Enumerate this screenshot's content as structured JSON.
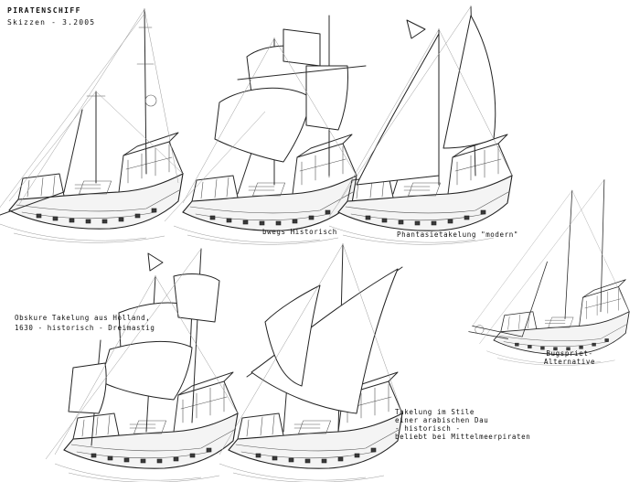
{
  "header": {
    "title": "PIRATENSCHIFF",
    "subtitle": "Skizzen - 3.2005"
  },
  "captions": {
    "sketch2": "bwegs Historisch",
    "sketch3": "Phantasietakelung \"modern\"",
    "sketch4_line1": "Obskure Takelung aus Holland,",
    "sketch4_line2": "1630 - historisch - Dreimastig",
    "sketch5_line1": "Takelung im Stile",
    "sketch5_line2": "einer arabischen Dau",
    "sketch5_line3": "- historisch -",
    "sketch5_line4": "beliebt bei Mittelmeerpiraten",
    "sketch6_line1": "Bugspriet-",
    "sketch6_line2": "Alternative"
  },
  "colors": {
    "paper": "#ffffff",
    "ink": "#2a2a2a"
  }
}
